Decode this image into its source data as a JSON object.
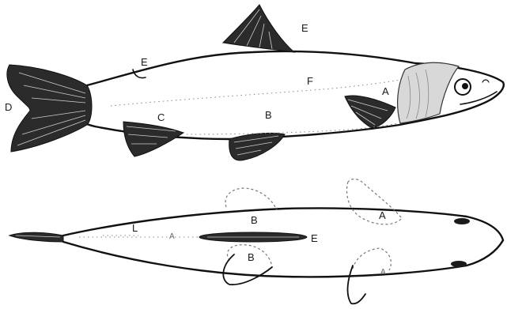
{
  "figure": {
    "side_view_labels": {
      "dorsal_fin": "E",
      "adipose_fin": "E",
      "caudal_fin": "D",
      "anal_fin": "C",
      "pelvic_fin": "B",
      "pectoral_fin": "A",
      "lateral_line": "F"
    },
    "ventral_view_labels": {
      "tail": "L",
      "mid": "A",
      "upper_pelvic": "B",
      "lower_pelvic": "B",
      "anal_fin": "E",
      "upper_pectoral": "A",
      "lower_pectoral": "A"
    }
  }
}
